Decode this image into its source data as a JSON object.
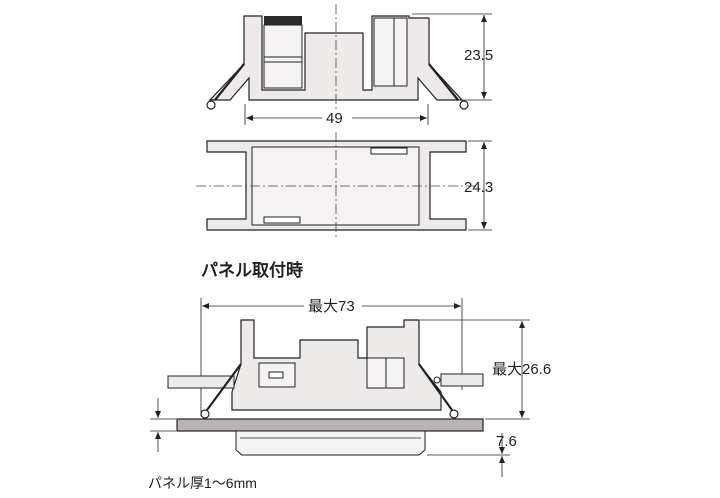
{
  "top_view": {
    "dim_height": "23.5",
    "dim_width": "49"
  },
  "middle_view": {
    "dim_height": "24.3"
  },
  "panel_view": {
    "heading": "パネル取付時",
    "dim_max_width": "最大73",
    "dim_max_height": "最大26.6",
    "dim_below_panel": "7.6",
    "panel_thickness_note": "パネル厚1～6mm"
  },
  "colors": {
    "body_fill": "#eeeaea",
    "outline": "#222222",
    "panel_fill": "#b8b4b4",
    "dark_fill": "#2a2a2a"
  }
}
